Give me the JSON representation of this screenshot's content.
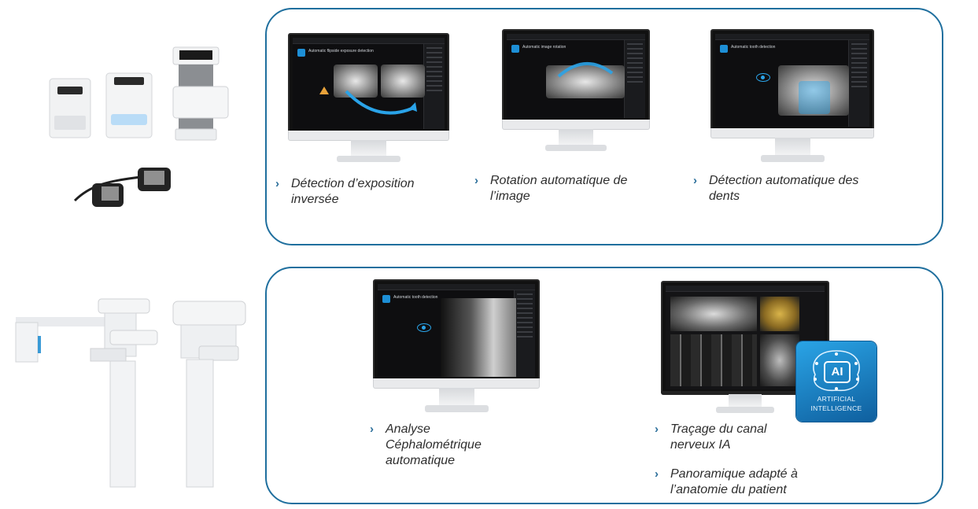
{
  "features_top": [
    {
      "line1": "Détection d’exposition",
      "line2": "inversée"
    },
    {
      "line1": "Rotation automatique de",
      "line2": "l’image"
    },
    {
      "line1": "Détection automatique des",
      "line2": "dents"
    }
  ],
  "features_bottom": [
    {
      "line1": "Analyse",
      "line2": "Céphalométrique",
      "line3": "automatique"
    },
    {
      "line1": "Traçage du canal",
      "line2": "nerveux IA"
    },
    {
      "line1": "Panoramique adapté à",
      "line2": "l’anatomie du patient"
    }
  ],
  "screens": {
    "flipside": "Automatic flipside exposure detection",
    "rotation": "Automatic image rotation",
    "tooth": "Automatic tooth detection",
    "ceph": "Automatic tooth detection"
  },
  "ai_badge": {
    "core": "AI",
    "line1": "ARTIFICIAL",
    "line2": "INTELLIGENCE"
  },
  "colors": {
    "panel_border": "#1f6f9e",
    "accent": "#2aa3e8"
  }
}
